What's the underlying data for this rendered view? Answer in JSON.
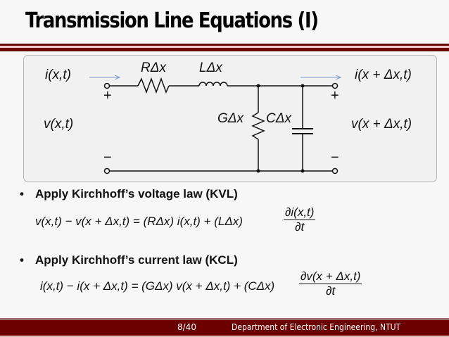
{
  "slide": {
    "title": "Transmission Line Equations (I)",
    "colors": {
      "accent": "#6b0000",
      "stripe_light": "#f2c8c8",
      "box_bg": "#f1f1f1",
      "arrow": "#7a9ac8"
    }
  },
  "circuit": {
    "input_current": "i(x,t)",
    "input_voltage": "v(x,t)",
    "output_current": "i(x + Δx,t)",
    "output_voltage": "v(x + Δx,t)",
    "series_resistor": "RΔx",
    "series_inductor": "LΔx",
    "shunt_conductance": "GΔx",
    "shunt_capacitance": "CΔx",
    "plus": "+",
    "minus": "−"
  },
  "bullets": [
    {
      "text": "Apply Kirchhoff’s voltage law (KVL)",
      "equation_lhs": "v(x,t) − v(x + Δx,t) = (RΔx) i(x,t) + (LΔx)",
      "frac_num": "∂i(x,t)",
      "frac_den": "∂t"
    },
    {
      "text": "Apply Kirchhoff’s current law (KCL)",
      "equation_lhs": "i(x,t) − i(x + Δx,t) = (GΔx) v(x + Δx,t) + (CΔx)",
      "frac_num": "∂v(x + Δx,t)",
      "frac_den": "∂t"
    }
  ],
  "footer": {
    "page": "8/40",
    "department": "Department of Electronic Engineering, NTUT"
  }
}
